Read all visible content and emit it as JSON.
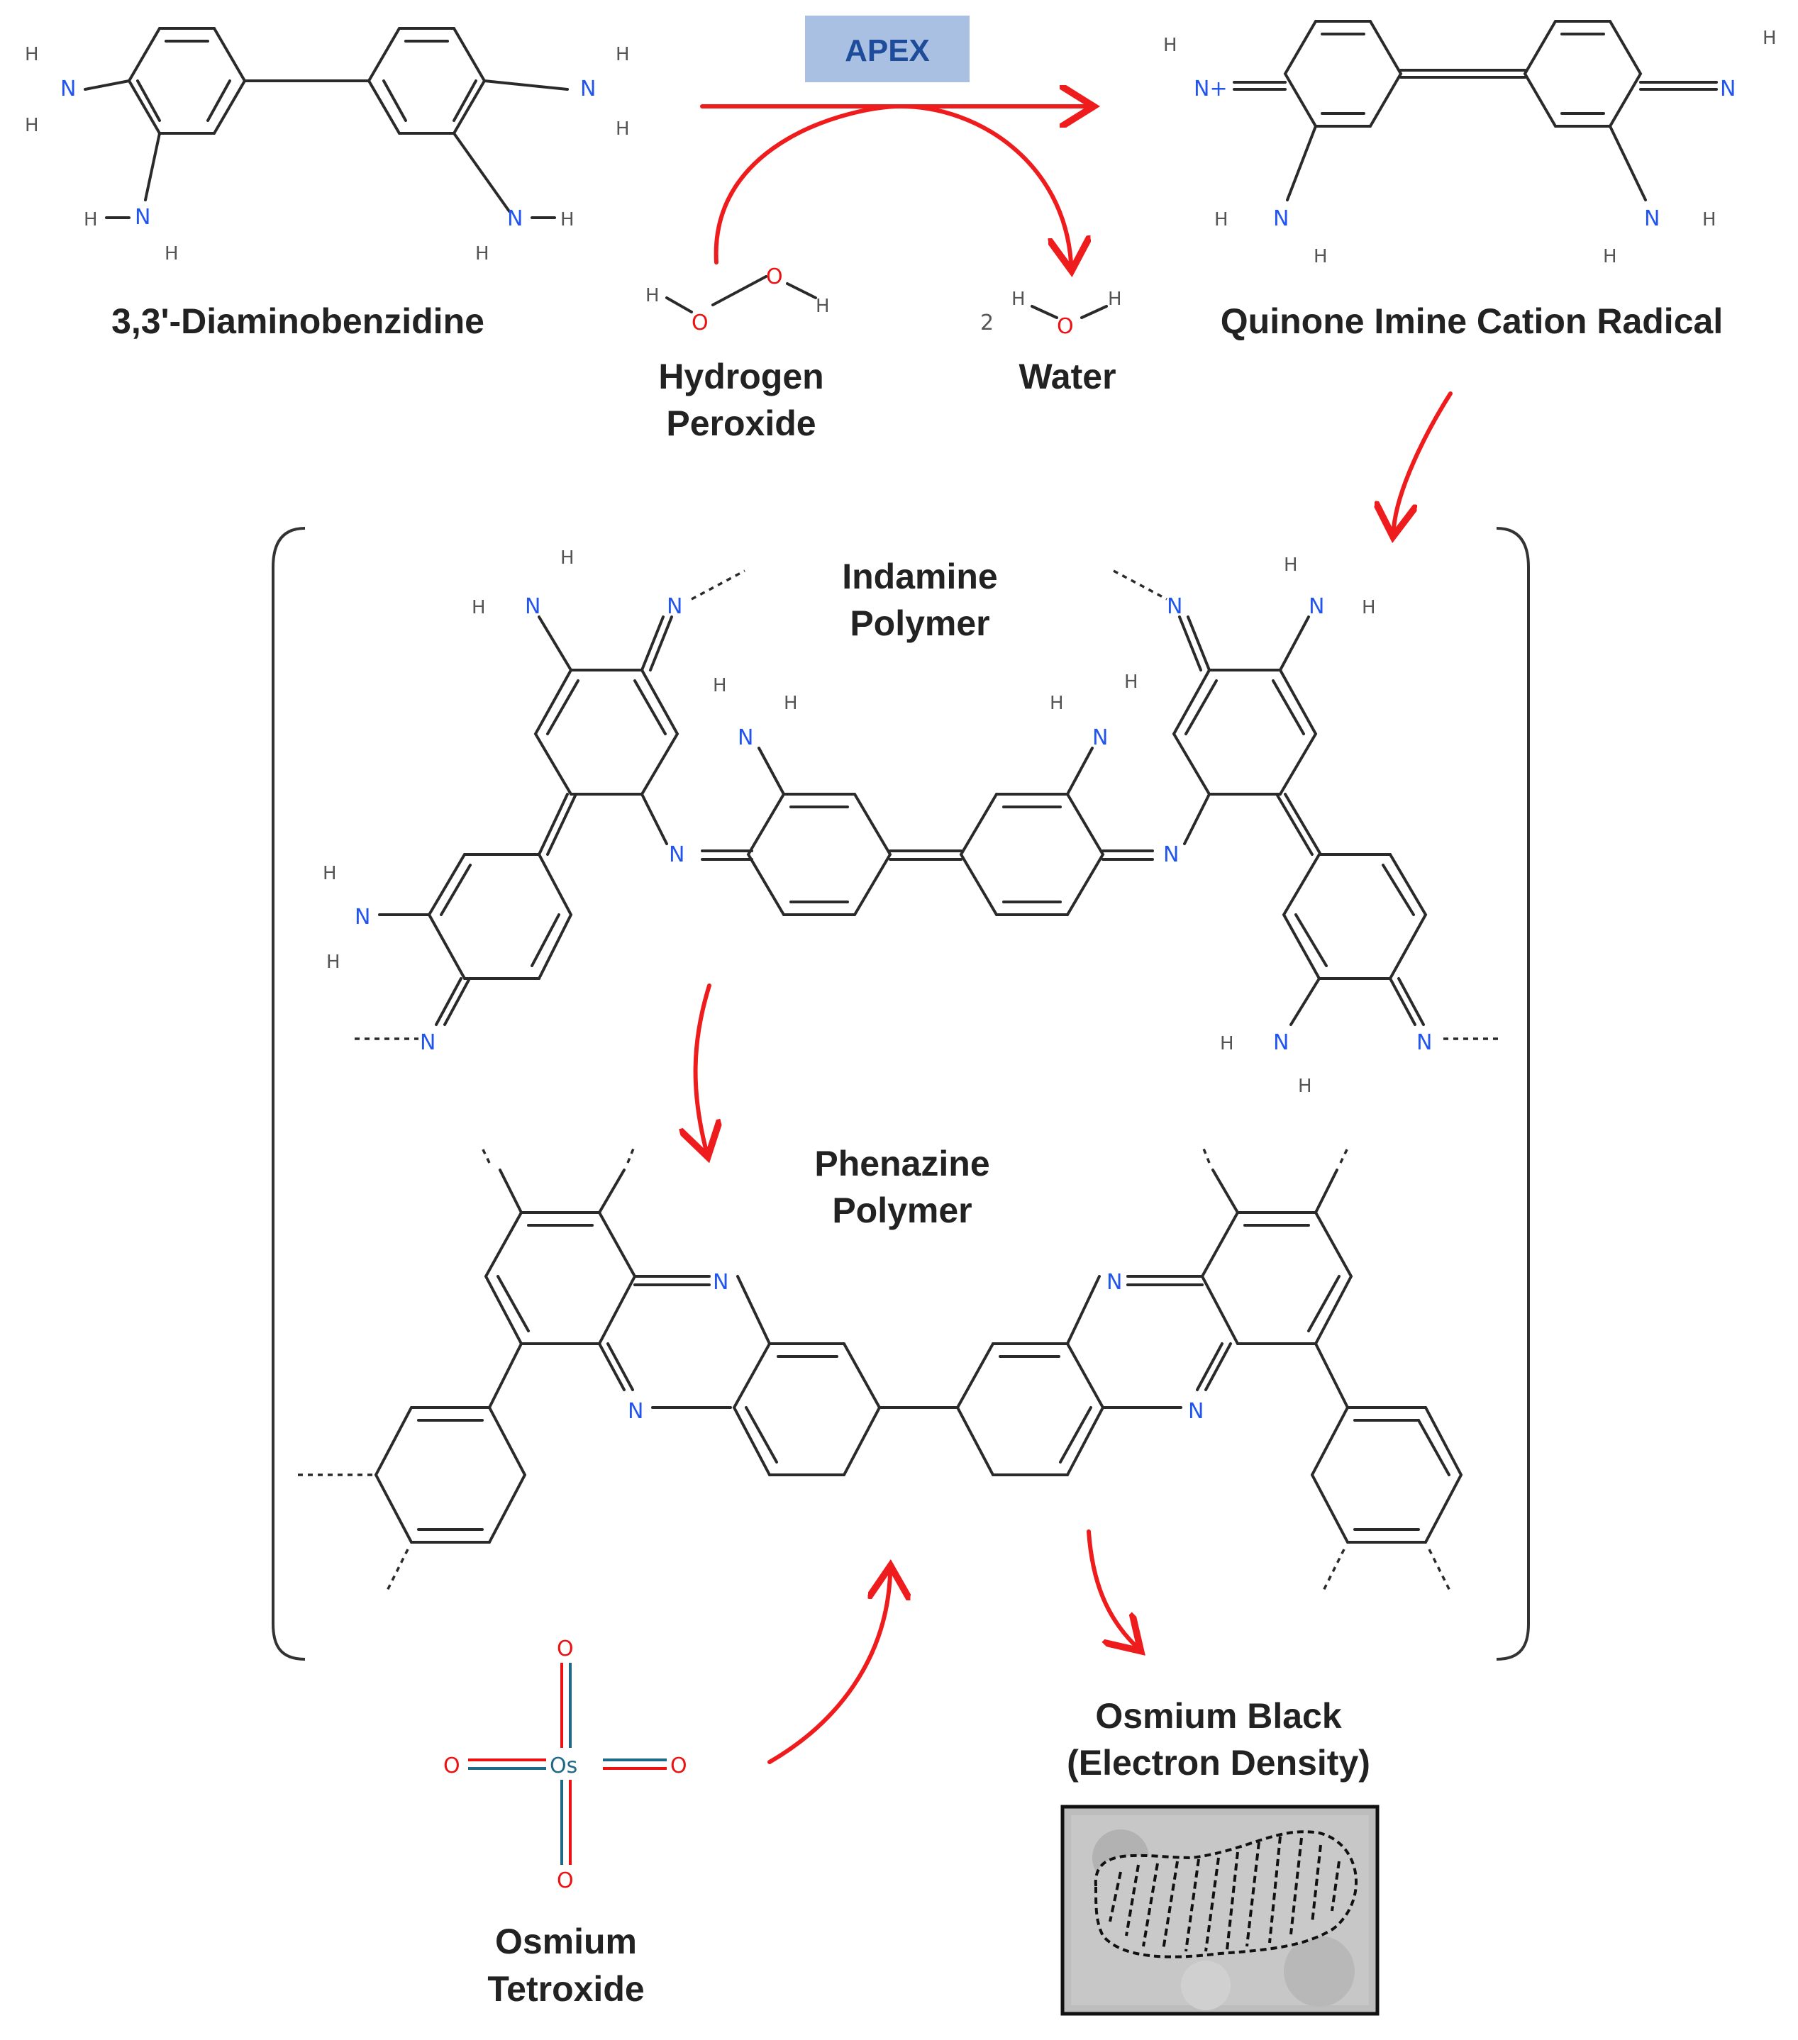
{
  "enzyme": {
    "label": "APEX",
    "box_color": "#a9c0e3",
    "text_color": "#1f4c9a"
  },
  "labels": {
    "dab": "3,3'-Diaminobenzidine",
    "h2o2": [
      "Hydrogen",
      "Peroxide"
    ],
    "water": "Water",
    "water_coefficient": "2",
    "quinone": "Quinone Imine Cation Radical",
    "indamine": [
      "Indamine",
      "Polymer"
    ],
    "phenazine": [
      "Phenazine",
      "Polymer"
    ],
    "osmium_tetroxide": [
      "Osmium",
      "Tetroxide"
    ],
    "osmium_black": [
      "Osmium Black",
      "(Electron Density)"
    ]
  },
  "atoms": {
    "nitrogen": "N",
    "hydrogen": "H",
    "oxygen": "O",
    "osmium": "Os",
    "nitrogen_cation": "N+"
  },
  "colors": {
    "arrow": "#ee1c1c",
    "nitrogen": "#2255ee",
    "oxygen": "#e11111",
    "osmium": "#1f6a86",
    "bond": "#2a2a2a"
  },
  "micrograph_icon": "mitochondrion-em-image"
}
